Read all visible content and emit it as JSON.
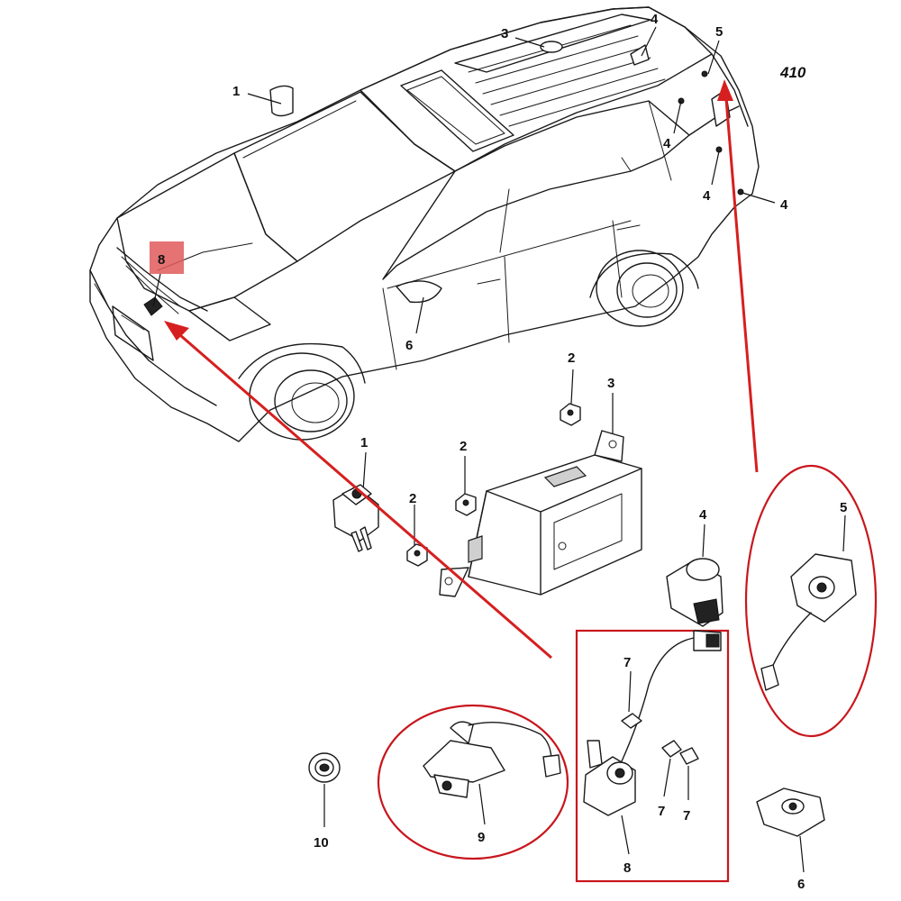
{
  "figure_code": "410",
  "highlight_label": "8",
  "callouts": {
    "car_1": "1",
    "car_3": "3",
    "car_4a": "4",
    "car_4b": "4",
    "car_4c": "4",
    "car_4d": "4",
    "car_5": "5",
    "car_6": "6",
    "part_1": "1",
    "part_2a": "2",
    "part_2b": "2",
    "part_2c": "2",
    "part_3": "3",
    "part_4": "4",
    "part_5": "5",
    "part_6": "6",
    "part_7a": "7",
    "part_7b": "7",
    "part_7c": "7",
    "part_8": "8",
    "part_9": "9",
    "part_10": "10"
  },
  "colors": {
    "annotation_red": "#d61f1f",
    "highlight_box": "#e05a5a"
  }
}
